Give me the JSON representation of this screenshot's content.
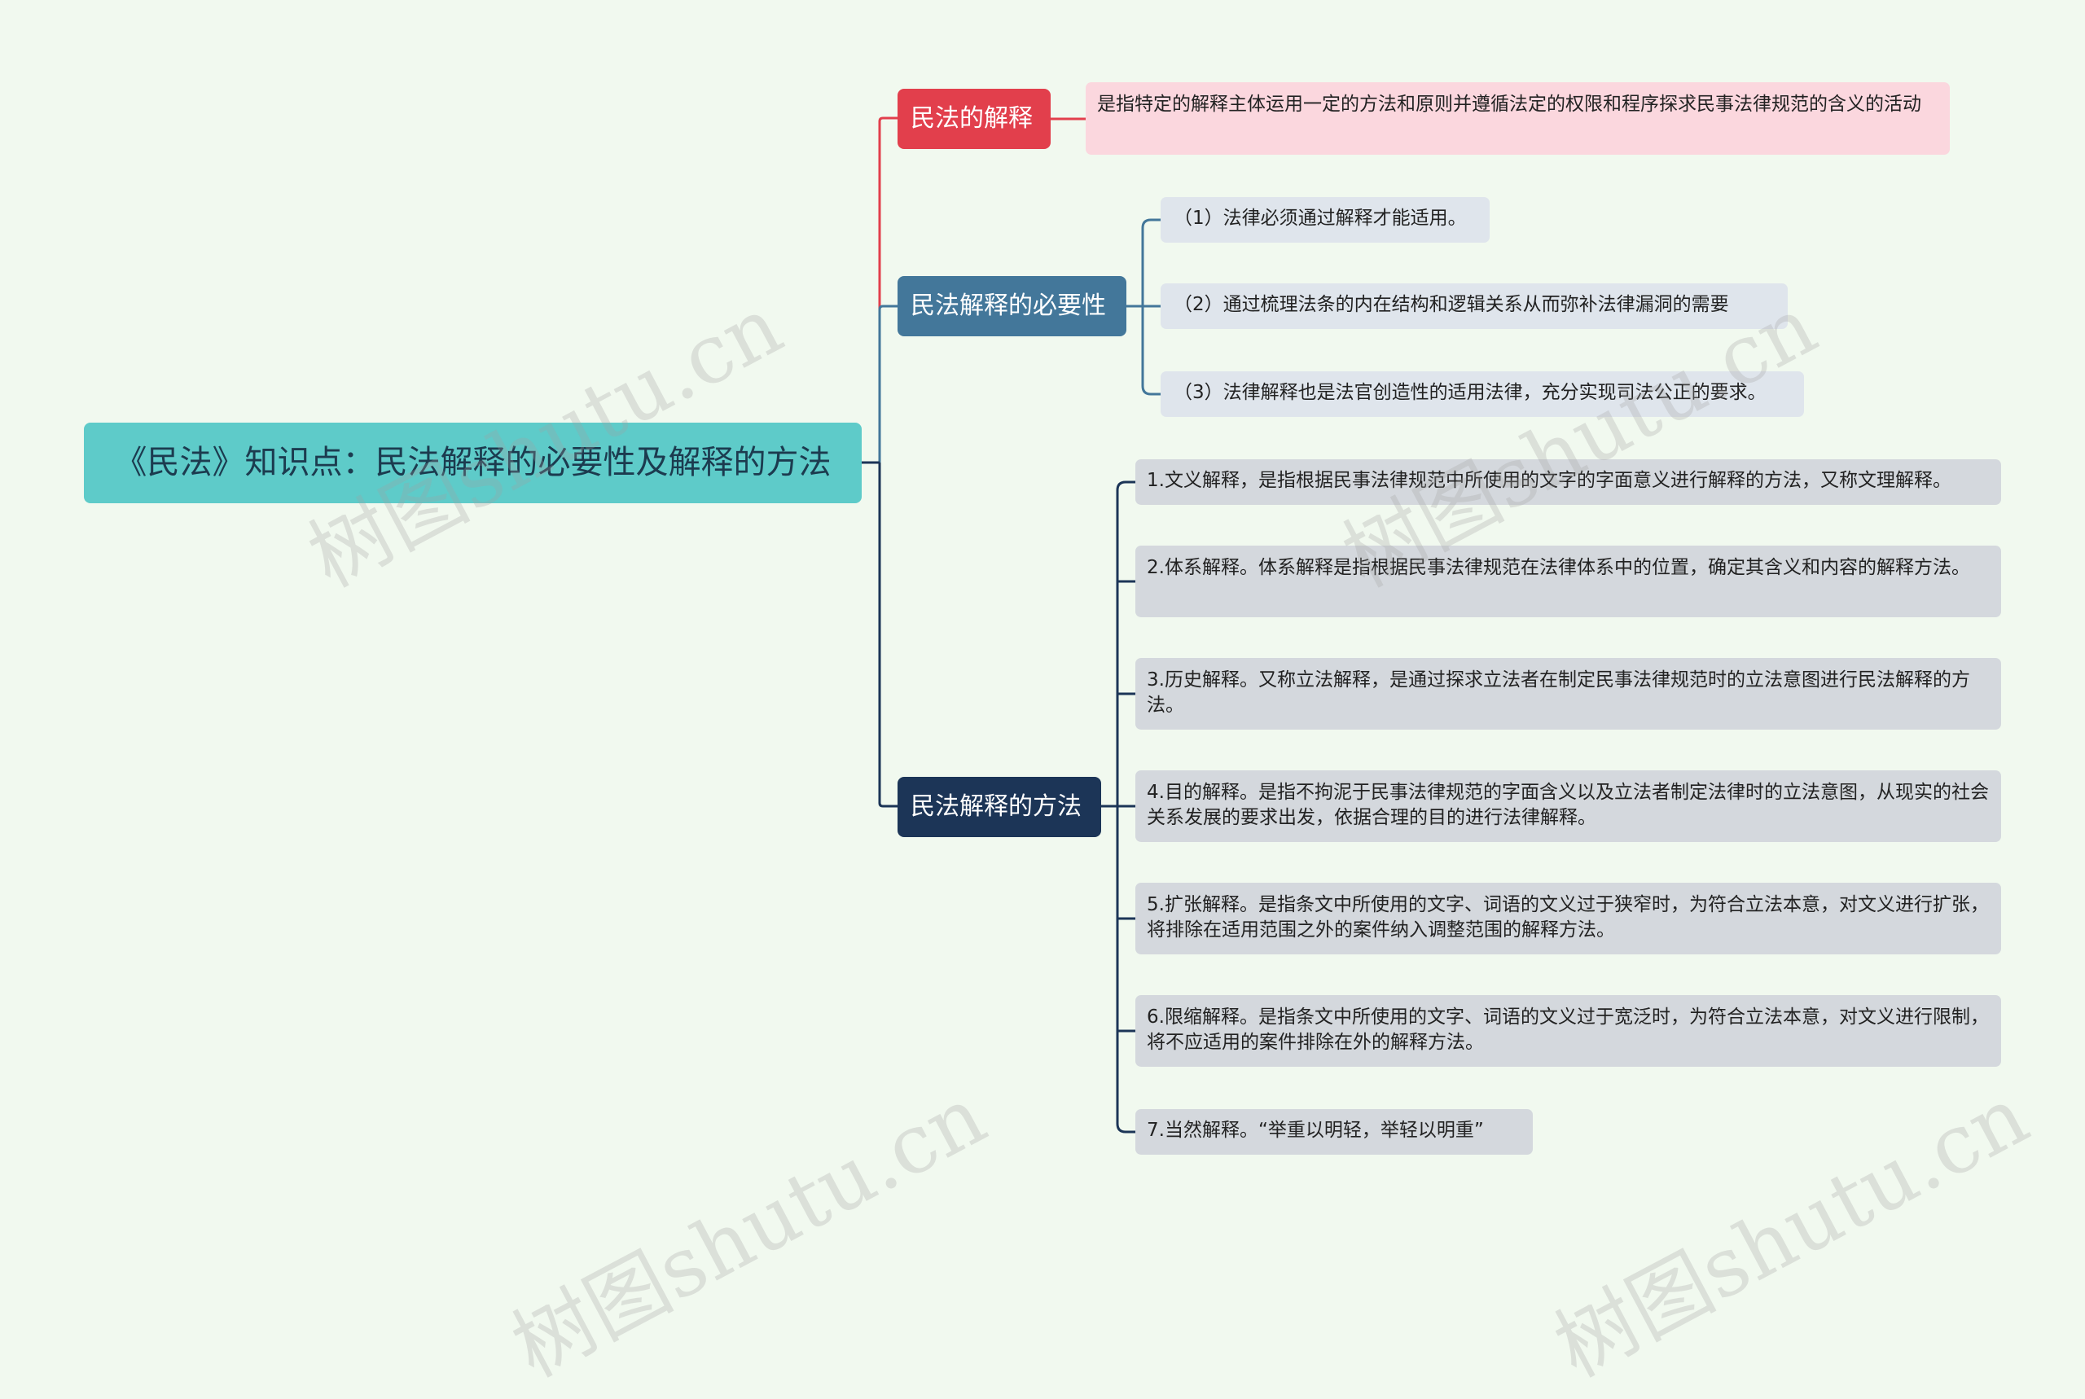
{
  "root": {
    "title": "《民法》知识点：民法解释的必要性及解释的方法"
  },
  "branches": [
    {
      "label": "民法的解释",
      "color": "#e23f4c",
      "children": [
        "是指特定的解释主体运用一定的方法和原则并遵循法定的权限和程序探求民事法律规范的含义的活动"
      ]
    },
    {
      "label": "民法解释的必要性",
      "color": "#43779a",
      "children": [
        "（1）法律必须通过解释才能适用。",
        "（2）通过梳理法条的内在结构和逻辑关系从而弥补法律漏洞的需要",
        "（3）法律解释也是法官创造性的适用法律，充分实现司法公正的要求。"
      ]
    },
    {
      "label": "民法解释的方法",
      "color": "#1c3557",
      "children": [
        "1.文义解释，是指根据民事法律规范中所使用的文字的字面意义进行解释的方法，又称文理解释。",
        "2.体系解释。体系解释是指根据民事法律规范在法律体系中的位置，确定其含义和内容的解释方法。",
        "3.历史解释。又称立法解释，是通过探求立法者在制定民事法律规范时的立法意图进行民法解释的方法。",
        "4.目的解释。是指不拘泥于民事法律规范的字面含义以及立法者制定法律时的立法意图，从现实的社会关系发展的要求出发，依据合理的目的进行法律解释。",
        "5.扩张解释。是指条文中所使用的文字、词语的文义过于狭窄时，为符合立法本意，对文义进行扩张，将排除在适用范围之外的案件纳入调整范围的解释方法。",
        "6.限缩解释。是指条文中所使用的文字、词语的文义过于宽泛时，为符合立法本意，对文义进行限制，将不应适用的案件排除在外的解释方法。",
        "7.当然解释。“举重以明轻，举轻以明重”"
      ]
    }
  ],
  "watermark": "树图shutu.cn"
}
